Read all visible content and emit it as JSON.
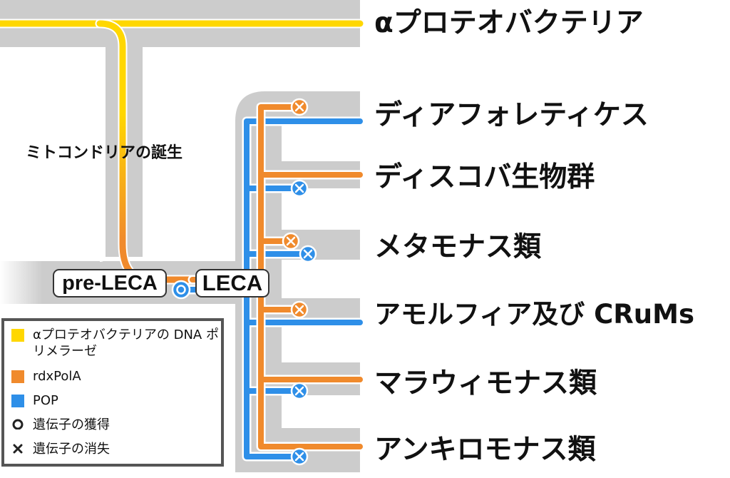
{
  "taxa": [
    "αプロテオバクテリア",
    "ディアフォレティケス",
    "ディスコバ生物群",
    "メタモナス類",
    "アモルフィア及び CRuMs",
    "マラウィモナス類",
    "アンキロモナス類"
  ],
  "event_label": "ミトコンドリアの誕生",
  "nodes": {
    "pre_leca": "pre-LECA",
    "leca": "LECA"
  },
  "legend": {
    "alpha_dna_pol": "αプロテオバクテリアの DNA ポリメラーゼ",
    "rdxpola": "rdxPolA",
    "pop": "POP",
    "gain": "遺伝子の獲得",
    "loss": "遺伝子の消失"
  },
  "colors": {
    "alpha_dna_pol": "#FFD700",
    "rdxpola": "#F08A2C",
    "pop": "#2E8FE8",
    "gray_band": "#CCCCCC"
  }
}
